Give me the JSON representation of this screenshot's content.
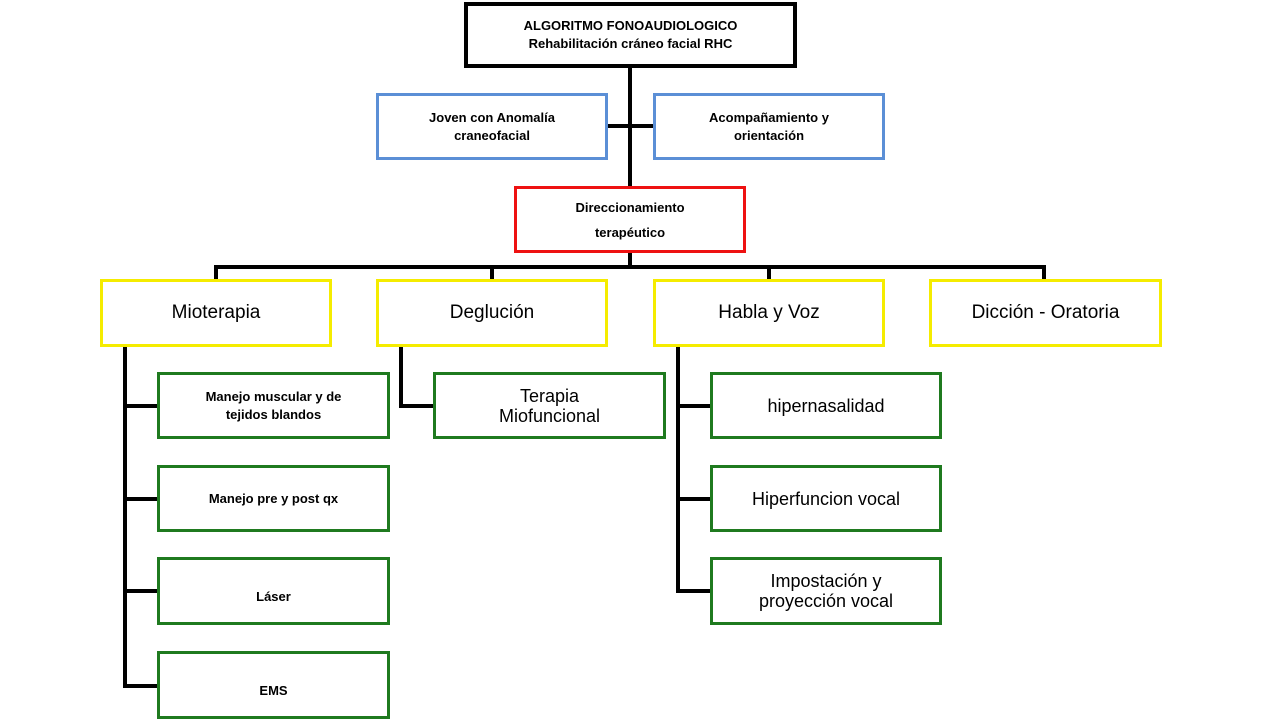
{
  "title": {
    "line1": "ALGORITMO FONOAUDIOLOGICO",
    "line2": "Rehabilitación cráneo facial RHC"
  },
  "side_left": {
    "line1": "Joven con Anomalía",
    "line2": "craneofacial"
  },
  "side_right": {
    "line1": "Acompañamiento y",
    "line2": "orientación"
  },
  "center": {
    "line1": "Direccionamiento",
    "line2": "terapéutico"
  },
  "categories": {
    "mioterapia": "Mioterapia",
    "deglucion": "Deglución",
    "habla_voz": "Habla y Voz",
    "diccion": "Dicción - Oratoria"
  },
  "mioterapia_items": {
    "manejo_muscular": {
      "line1": "Manejo muscular y de",
      "line2": "tejidos blandos"
    },
    "manejo_pre_post": "Manejo pre y post qx",
    "laser": "Láser",
    "ems": "EMS"
  },
  "deglucion_items": {
    "terapia": {
      "line1": "Terapia",
      "line2": "Miofuncional"
    }
  },
  "habla_items": {
    "hipernasalidad": "hipernasalidad",
    "hiperfuncion": "Hiperfuncion vocal",
    "impostacion": {
      "line1": "Impostación y",
      "line2": "proyección vocal"
    }
  }
}
